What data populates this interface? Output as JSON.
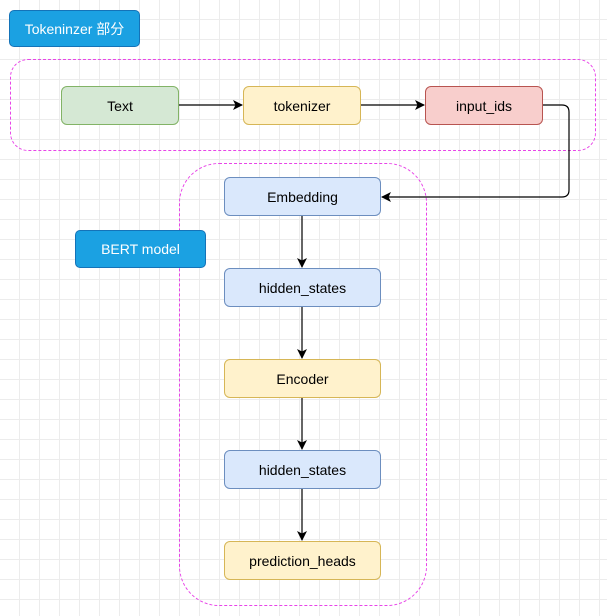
{
  "labels": {
    "tokenizer_group": "Tokeninzer 部分",
    "bert_group": "BERT model"
  },
  "nodes": {
    "text": "Text",
    "tokenizer": "tokenizer",
    "input_ids": "input_ids",
    "embedding": "Embedding",
    "hidden_states_1": "hidden_states",
    "encoder": "Encoder",
    "hidden_states_2": "hidden_states",
    "prediction_heads": "prediction_heads"
  },
  "colors": {
    "label_fill": "#1ba1e2",
    "group_border": "#e844e8",
    "green_fill": "#d5e8d4",
    "green_border": "#82b366",
    "yellow_fill": "#fff2cc",
    "yellow_border": "#d6b656",
    "red_fill": "#f8cecc",
    "red_border": "#b85450",
    "blue_fill": "#dae8fc",
    "blue_border": "#6c8ebf"
  }
}
